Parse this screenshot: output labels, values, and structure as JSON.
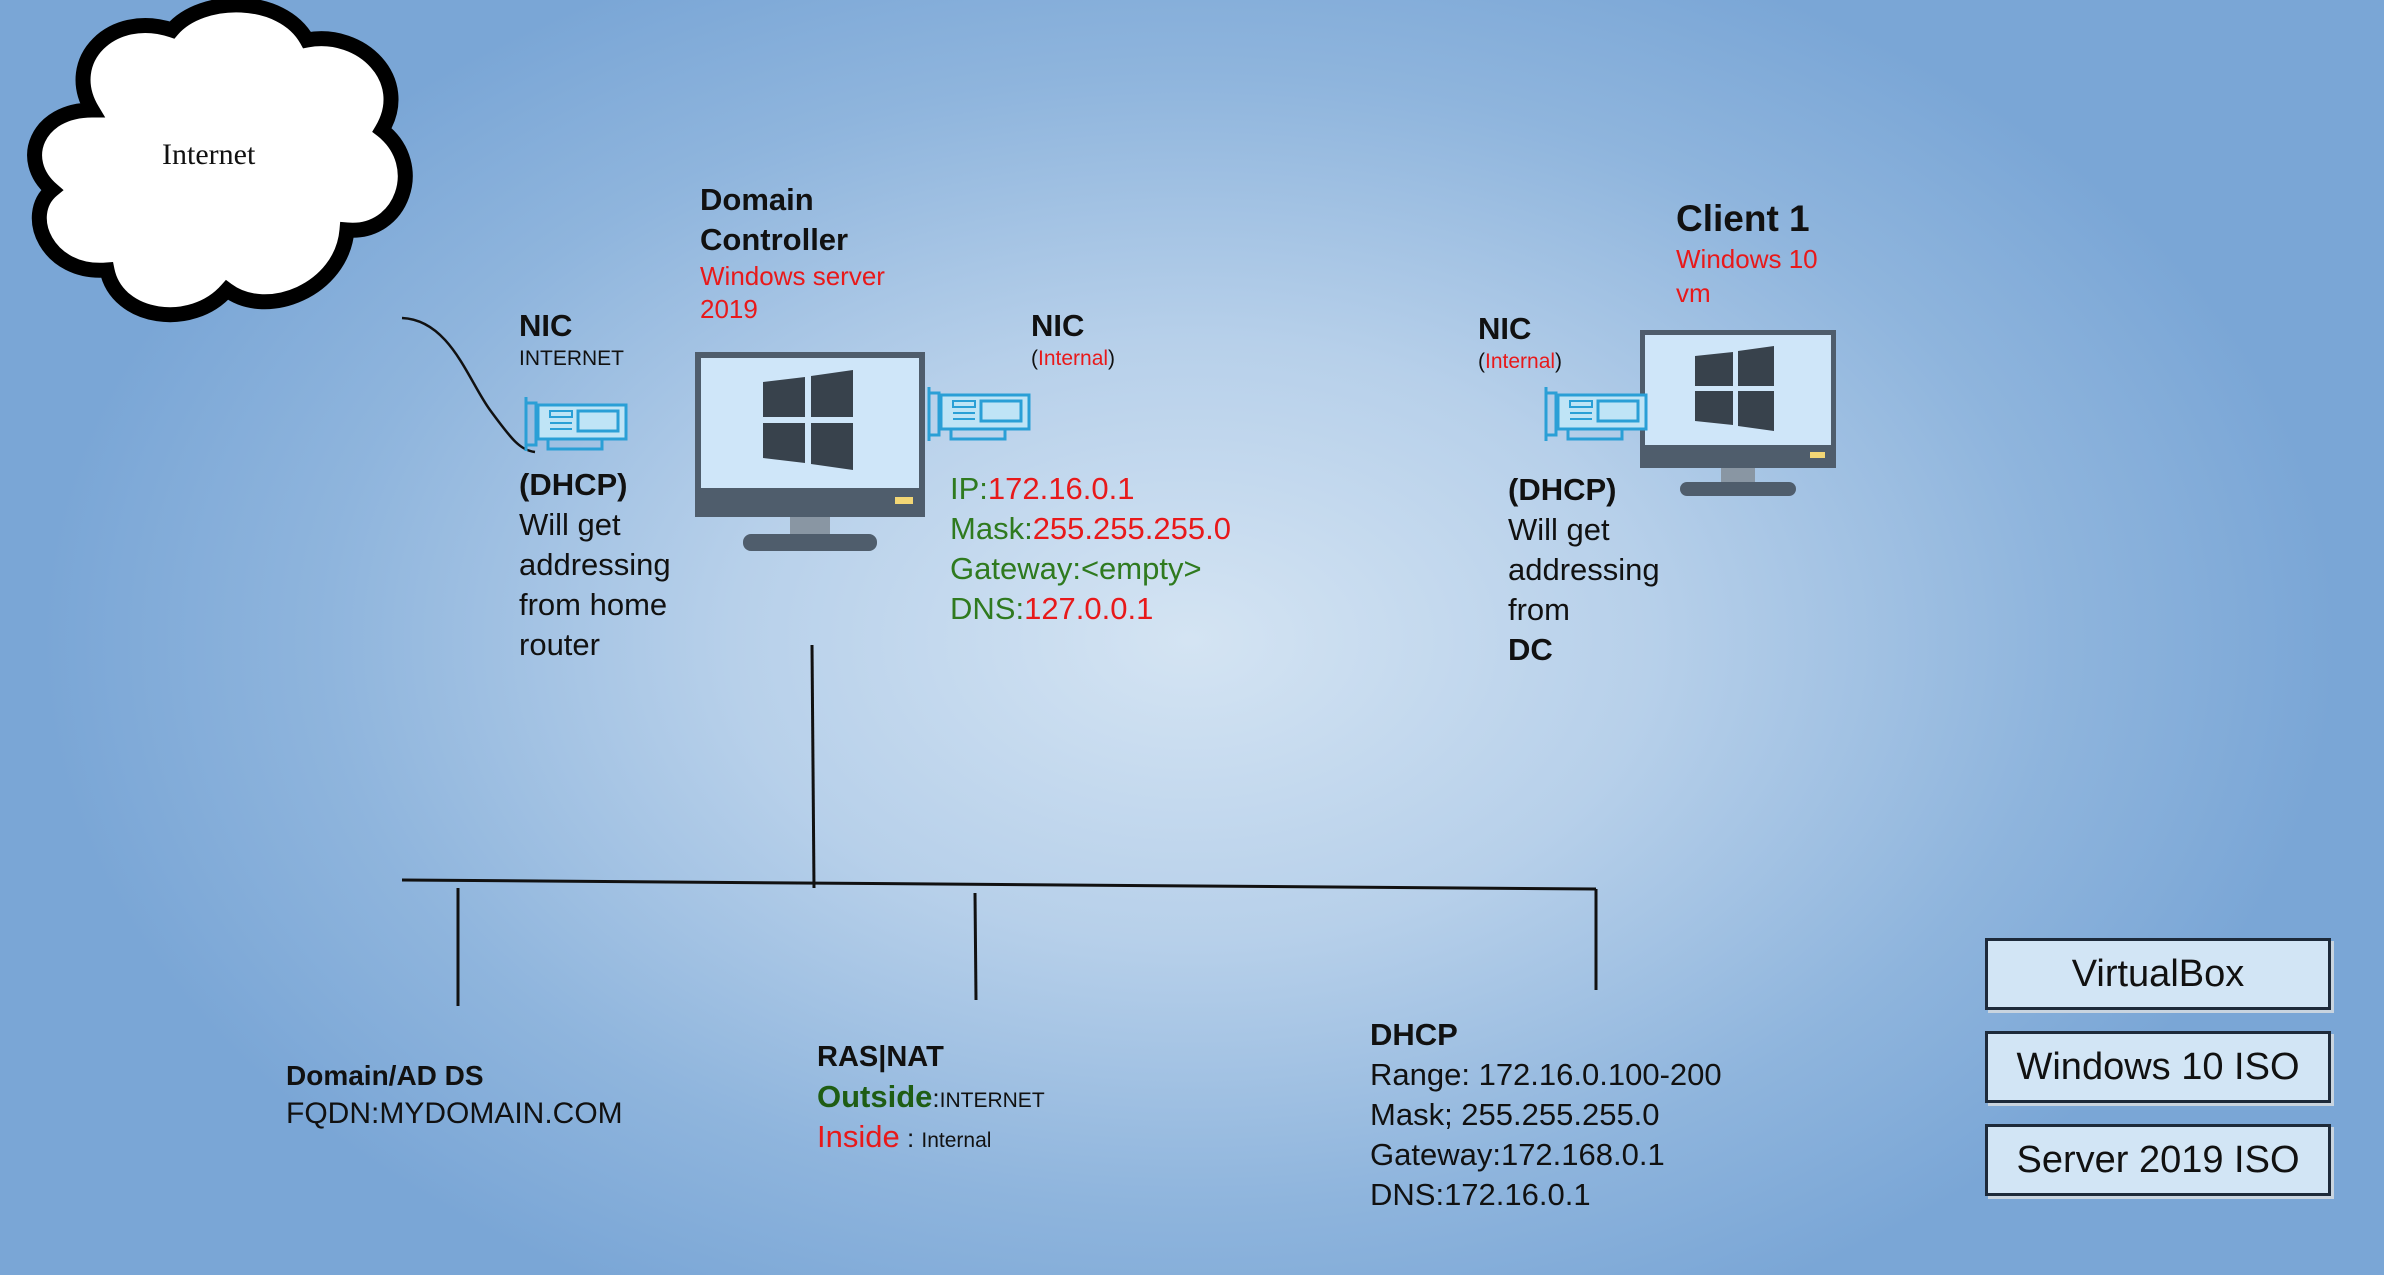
{
  "cloud": {
    "label": "Internet"
  },
  "dc": {
    "title_line1": "Domain",
    "title_line2": "Controller",
    "os_line1": "Windows server",
    "os_line2": "2019"
  },
  "nic_internet": {
    "title": "NIC",
    "subtitle": "INTERNET",
    "dhcp_title": "(DHCP)",
    "dhcp_lines": [
      "Will get",
      "addressing",
      "from home",
      "router"
    ]
  },
  "nic_internal": {
    "title": "NIC",
    "subtitle_paren_open": "(",
    "subtitle": "Internal",
    "subtitle_paren_close": ")",
    "config": [
      {
        "label": "IP:",
        "value": "172.16.0.1"
      },
      {
        "label": "Mask:",
        "value": "255.255.255.0"
      },
      {
        "label": "Gateway:<empty>",
        "value": ""
      },
      {
        "label": "DNS:",
        "value": "127.0.0.1"
      }
    ]
  },
  "client": {
    "title": "Client 1",
    "os_line1": "Windows 10",
    "os_line2": "vm",
    "nic_title": "NIC",
    "nic_paren_open": "(",
    "nic_subtitle": "Internal",
    "nic_paren_close": ")",
    "dhcp_title": "(DHCP)",
    "dhcp_lines": [
      "Will get",
      "addressing",
      "from"
    ],
    "dhcp_bold": "DC"
  },
  "services": {
    "adds": {
      "title": "Domain/AD DS",
      "fqdn": "FQDN:MYDOMAIN.COM"
    },
    "rasnat": {
      "title": "RAS|NAT",
      "outside_label": "Outside",
      "outside_sep": ":",
      "outside_value": "INTERNET",
      "inside_label": "Inside",
      "inside_sep": " : ",
      "inside_value": "Internal"
    },
    "dhcp": {
      "title": "DHCP",
      "lines": [
        "Range: 172.16.0.100-200",
        "Mask; 255.255.255.0",
        "Gateway:172.168.0.1",
        "DNS:172.16.0.1"
      ]
    }
  },
  "legend_boxes": [
    "VirtualBox",
    "Windows 10 ISO",
    "Server 2019 ISO"
  ],
  "colors": {
    "red": "#e8191a",
    "green": "#2f7a1f",
    "monitor": "#4f5d6c",
    "screen": "#cfe6f9",
    "nic": "#2a9fd6"
  },
  "icons": [
    "cloud-icon",
    "monitor-icon",
    "windows-logo-icon",
    "nic-card-icon"
  ]
}
